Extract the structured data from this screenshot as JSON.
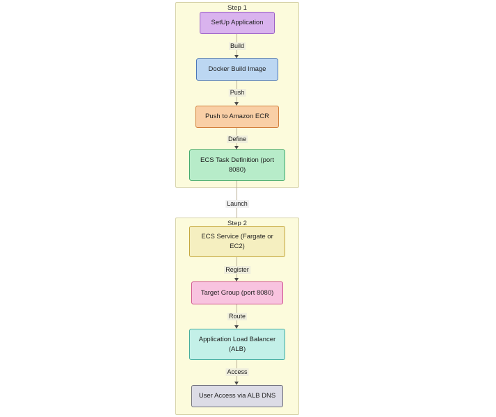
{
  "diagram": {
    "type": "flowchart",
    "title": "",
    "direction": "top-down",
    "subgraphs": [
      {
        "id": "step1",
        "label": "Step 1",
        "nodes": [
          {
            "id": "setup",
            "label": "SetUp Application",
            "color": "#d9b3ee",
            "border": "#9a5fc4"
          },
          {
            "id": "docker",
            "label": "Docker Build Image",
            "color": "#bcd7f2",
            "border": "#4a76b8"
          },
          {
            "id": "ecr",
            "label": "Push to Amazon ECR",
            "color": "#f9cfa6",
            "border": "#d2803c"
          },
          {
            "id": "taskdef",
            "label": "ECS Task Definition (port 8080)",
            "color": "#b7ecc9",
            "border": "#3fa96a"
          }
        ],
        "edges": [
          {
            "from": "setup",
            "to": "docker",
            "label": "Build"
          },
          {
            "from": "docker",
            "to": "ecr",
            "label": "Push"
          },
          {
            "from": "ecr",
            "to": "taskdef",
            "label": "Define"
          }
        ]
      },
      {
        "id": "step2",
        "label": "Step 2",
        "nodes": [
          {
            "id": "service",
            "label": "ECS Service (Fargate or EC2)",
            "color": "#f5efc0",
            "border": "#c3a63b"
          },
          {
            "id": "tg",
            "label": "Target Group (port 8080)",
            "color": "#f8c3df",
            "border": "#d0518f"
          },
          {
            "id": "alb",
            "label": "Application Load Balancer (ALB)",
            "color": "#c3f0e8",
            "border": "#41ab9c"
          },
          {
            "id": "user",
            "label": "User Access via ALB DNS",
            "color": "#dcdce6",
            "border": "#6f6f7a"
          }
        ],
        "edges": [
          {
            "from": "service",
            "to": "tg",
            "label": "Register"
          },
          {
            "from": "tg",
            "to": "alb",
            "label": "Route"
          },
          {
            "from": "alb",
            "to": "user",
            "label": "Access"
          }
        ]
      }
    ],
    "cross_edges": [
      {
        "from": "taskdef",
        "to": "service",
        "label": "Launch"
      }
    ],
    "canvas_background": "#ffffff",
    "subgraph_background": "#fcfbdc",
    "edge_color": "#b9b097"
  }
}
